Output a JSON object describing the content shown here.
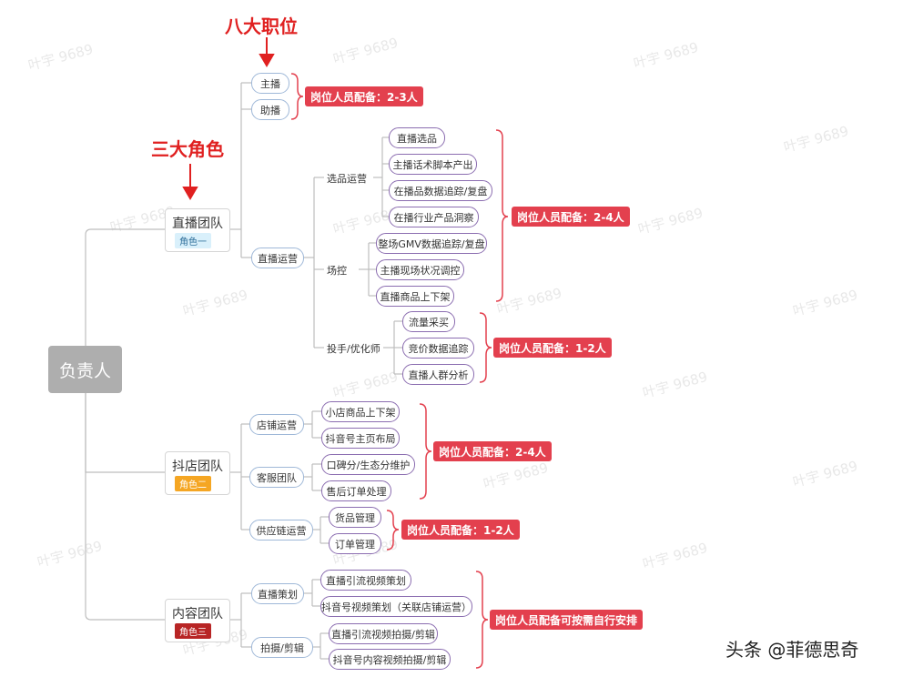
{
  "annotations": {
    "positions": "八大职位",
    "roles": "三大角色"
  },
  "root": {
    "label": "负责人"
  },
  "teams": {
    "live": {
      "name": "直播团队",
      "badge": "角色一"
    },
    "shop": {
      "name": "抖店团队",
      "badge": "角色二"
    },
    "content": {
      "name": "内容团队",
      "badge": "角色三"
    }
  },
  "nodes": {
    "anchor": "主播",
    "assistant": "助播",
    "live_ops": "直播运营",
    "selection_ops": "选品运营",
    "field_control": "场控",
    "ad_optimizer": "投手/优化师",
    "shop_ops": "店铺运营",
    "cs_team": "客服团队",
    "supply_ops": "供应链运营",
    "live_planning": "直播策划",
    "shoot_edit": "拍摄/剪辑"
  },
  "leaves": {
    "sel1": "直播选品",
    "sel2": "主播话术脚本产出",
    "sel3": "在播品数据追踪/复盘",
    "sel4": "在播行业产品洞察",
    "fc1": "整场GMV数据追踪/复盘",
    "fc2": "主播现场状况调控",
    "fc3": "直播商品上下架",
    "ad1": "流量采买",
    "ad2": "竞价数据追踪",
    "ad3": "直播人群分析",
    "so1": "小店商品上下架",
    "so2": "抖音号主页布局",
    "cs1": "口碑分/生态分维护",
    "cs2": "售后订单处理",
    "sp1": "货品管理",
    "sp2": "订单管理",
    "lp1": "直播引流视频策划",
    "lp2": "抖音号视频策划（关联店铺运营）",
    "se1": "直播引流视频拍摄/剪辑",
    "se2": "抖音号内容视频拍摄/剪辑"
  },
  "staffing": {
    "s1": "岗位人员配备：2-3人",
    "s2": "岗位人员配备：2-4人",
    "s3": "岗位人员配备：1-2人",
    "s4": "岗位人员配备：2-4人",
    "s5": "岗位人员配备：1-2人",
    "s6": "岗位人员配备可按需自行安排"
  },
  "watermark": "叶宇 9689",
  "credit": "头条 @菲德思奇",
  "colors": {
    "accent_red": "#e3404e",
    "annotation_red": "#e02020",
    "root_gray": "#aeaeae",
    "node_border": "#9fb8d8",
    "leaf_border": "#8b6db0"
  }
}
